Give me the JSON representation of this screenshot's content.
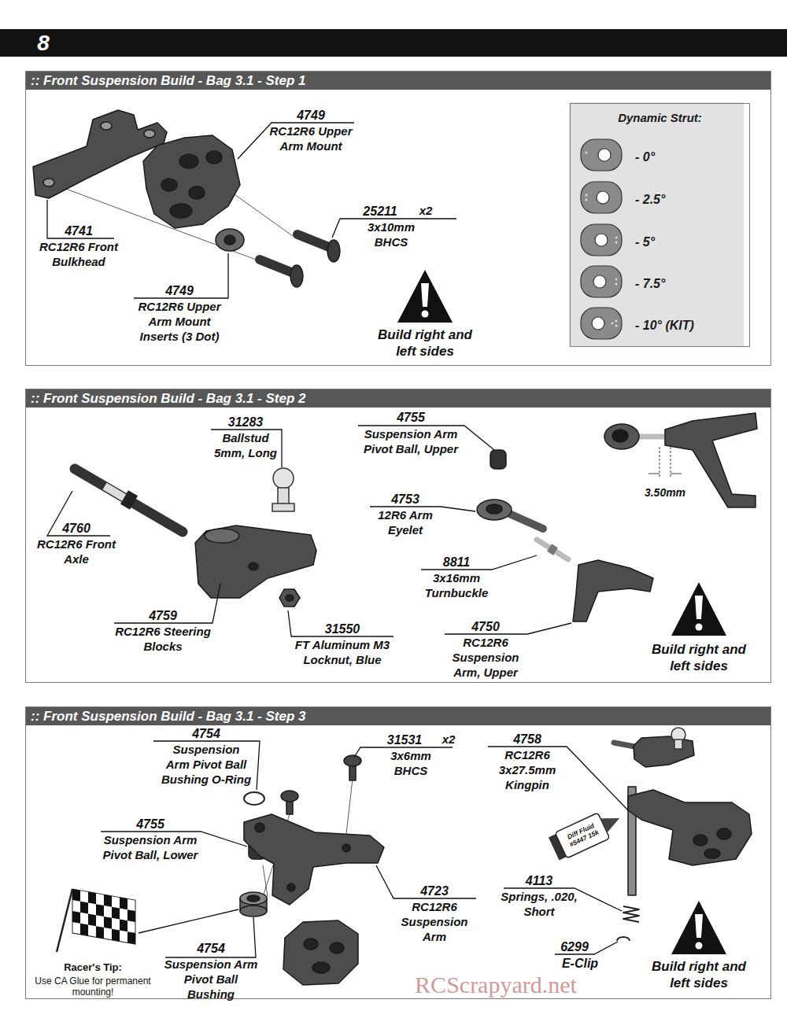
{
  "diagram": {
    "nodes": [
      {
        "text": [
          ":: Front Suspension Build - Bag 3.1 - Step 1"
        ]
      },
      {
        "text": [
          "Dynamic Strut:",
          "- 0°",
          "- 2.5°",
          "- 5°",
          "- 7.5°",
          "- 10° (KIT)"
        ],
        "in": 0
      },
      {
        "text": [
          ":: Front Suspension Build - Bag 3.1 - Step 2"
        ]
      },
      {
        "text": [
          ":: Front Suspension Build - Bag 3.1 - Step 3"
        ]
      }
    ],
    "labels": [
      "8",
      "4749",
      "RC12R6 Upper Arm Mount",
      "4741",
      "RC12R6 Front Bulkhead",
      "4749",
      "RC12R6 Upper Arm Mount Inserts (3 Dot)",
      "25211",
      "x2",
      "3x10mm BHCS",
      "Build right and left sides",
      "31283",
      "Ballstud 5mm, Long",
      "4760",
      "RC12R6 Front Axle",
      "4759",
      "RC12R6 Steering Blocks",
      "31550",
      "FT Aluminum M3 Locknut, Blue",
      "4755",
      "Suspension Arm Pivot Ball, Upper",
      "4753",
      "12R6 Arm Eyelet",
      "8811",
      "3x16mm Turnbuckle",
      "4750",
      "RC12R6 Suspension Arm, Upper",
      "3.50mm",
      "Build right and left sides",
      "4754",
      "Suspension Arm Pivot Ball Bushing O-Ring",
      "4755",
      "Suspension Arm Pivot Ball, Lower",
      "31531",
      "x2",
      "3x6mm BHCS",
      "4723",
      "RC12R6 Suspension Arm",
      "4758",
      "RC12R6 3x27.5mm Kingpin",
      "Diff Fluid #5447 15k",
      "4113",
      "Springs, .020, Short",
      "6299",
      "E-Clip",
      "4754",
      "Suspension Arm Pivot Ball Bushing",
      "Racer's Tip:",
      "Use CA Glue for permanent mounting!",
      "Build right and left sides",
      "RCScrapyard.net"
    ]
  }
}
